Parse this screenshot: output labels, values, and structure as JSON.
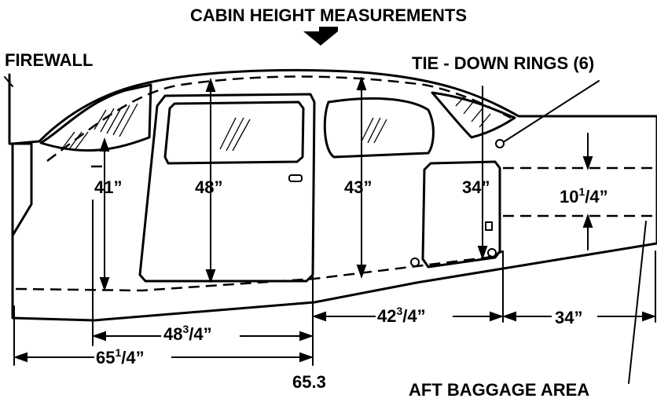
{
  "title": "CABIN HEIGHT MEASUREMENTS",
  "labels": {
    "firewall": "FIREWALL",
    "tie_down": "TIE - DOWN RINGS (6)",
    "aft_baggage": "AFT BAGGAGE AREA"
  },
  "heights": {
    "h41": "41”",
    "h48": "48”",
    "h43": "43”",
    "h34": "34”",
    "h10_whole": "10",
    "h10_frac_num": "1",
    "h10_frac_den": "/4”"
  },
  "lengths": {
    "l48_whole": "48",
    "l48_num": "3",
    "l48_den": "/4”",
    "l42_whole": "42",
    "l42_num": "3",
    "l42_den": "/4”",
    "l34": "34”",
    "l65_whole": "65",
    "l65_num": "1",
    "l65_den": "/4”",
    "station": "65.3"
  },
  "icons": {
    "arrow": "down-arrow-icon"
  }
}
